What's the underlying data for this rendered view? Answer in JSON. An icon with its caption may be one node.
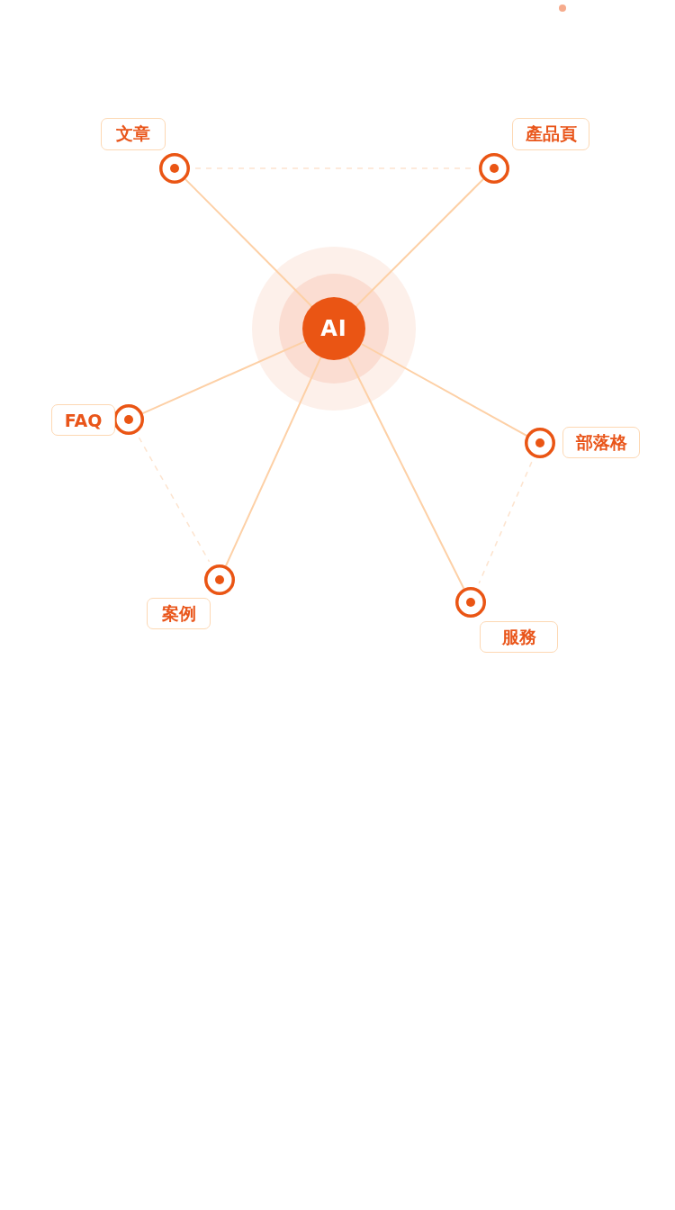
{
  "diagram": {
    "nodes": [
      {
        "text": [],
        "shape": "circle",
        "beside": [
          "文章"
        ]
      },
      {
        "text": [],
        "shape": "circle",
        "beside": [
          "產品頁"
        ]
      },
      {
        "text": [
          "AI"
        ]
      },
      {
        "text": [],
        "shape": "circle",
        "beside": [
          "FAQ"
        ]
      },
      {
        "text": [],
        "shape": "circle",
        "beside": [
          "部落格"
        ]
      },
      {
        "text": [],
        "shape": "circle",
        "beside": [
          "案例"
        ]
      },
      {
        "text": [],
        "shape": "circle",
        "beside": [
          "服務"
        ]
      }
    ],
    "edges": [
      {
        "from": 2,
        "to": 0,
        "arrow": "none"
      },
      {
        "from": 2,
        "to": 1,
        "arrow": "none"
      },
      {
        "from": 2,
        "to": 3,
        "arrow": "none"
      },
      {
        "from": 2,
        "to": 4,
        "arrow": "none"
      },
      {
        "from": 2,
        "to": 5,
        "arrow": "none"
      },
      {
        "from": 2,
        "to": 6,
        "arrow": "none"
      },
      {
        "from": 0,
        "to": 1,
        "arrow": "none",
        "style": "dashed",
        "color": "#fde4cf"
      },
      {
        "from": 3,
        "to": 5,
        "arrow": "none",
        "style": "dashed",
        "color": "#fde4cf"
      },
      {
        "from": 4,
        "to": 6,
        "arrow": "none",
        "style": "dashed",
        "color": "#fde4cf"
      }
    ]
  }
}
